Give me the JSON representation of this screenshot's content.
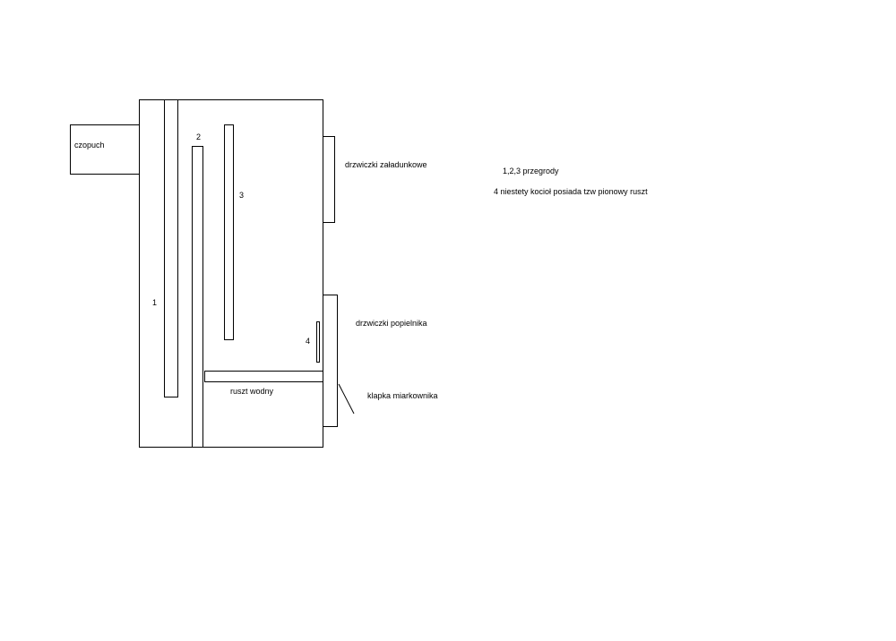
{
  "diagram": {
    "labels": {
      "chimney": "czopuch",
      "baffle_1": "1",
      "baffle_2": "2",
      "baffle_3": "3",
      "grate_4": "4",
      "loading_door": "drzwiczki załadunkowe",
      "ash_door": "drzwiczki popielnika",
      "water_grate": "ruszt wodny",
      "draft_flap": "klapka miarkownika",
      "note_baffles": "1,2,3 przegrody",
      "note_grate": "4  niestety kocioł posiada tzw pionowy ruszt"
    },
    "colors": {
      "stroke": "#000000",
      "background": "#ffffff"
    }
  }
}
